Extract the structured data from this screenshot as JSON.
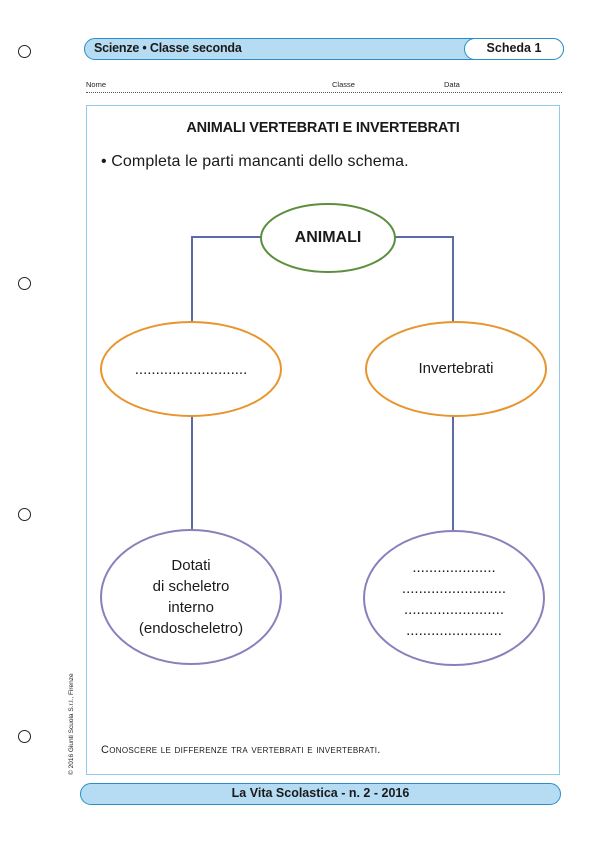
{
  "header": {
    "subject": "Scienze • Classe seconda",
    "sheet": "Scheda 1"
  },
  "fields": {
    "name_label": "Nome",
    "class_label": "Classe",
    "date_label": "Data"
  },
  "worksheet": {
    "title": "ANIMALI VERTEBRATI E INVERTEBRATI",
    "instruction": "• Completa le parti mancanti dello schema."
  },
  "diagram": {
    "root": "ANIMALI",
    "left_category": "...........................",
    "right_category": "Invertebrati",
    "left_description": [
      "Dotati",
      "di scheletro",
      "interno",
      "(endoscheletro)"
    ],
    "right_description": [
      "....................",
      ".........................",
      "........................",
      "......................."
    ],
    "colors": {
      "root_border": "#5b8f3e",
      "category_border": "#e8952e",
      "description_border": "#8a7fba",
      "connector": "#5c6aa8"
    }
  },
  "footer": {
    "note": "Conoscere le differenze tra vertebrati e invertebrati.",
    "copyright": "© 2016 Giunti Scuola S.r.l., Firenze",
    "publication": "La Vita Scolastica - n. 2 - 2016"
  }
}
